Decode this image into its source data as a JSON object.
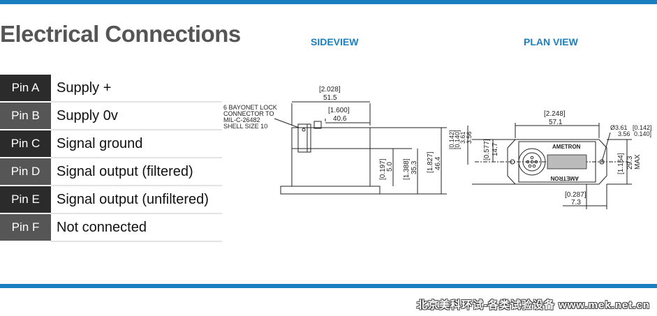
{
  "title": "Electrical Connections",
  "views": {
    "side": "SIDEVIEW",
    "plan": "PLAN VIEW"
  },
  "colors": {
    "accent_blue": "#1a7fc1",
    "pin_dark": "#2b2b2b",
    "pin_mid": "#565656"
  },
  "pins": [
    {
      "pin": "Pin A",
      "function": "Supply +"
    },
    {
      "pin": "Pin B",
      "function": "Supply 0v"
    },
    {
      "pin": "Pin C",
      "function": "Signal ground"
    },
    {
      "pin": "Pin D",
      "function": "Signal output  (filtered)"
    },
    {
      "pin": "Pin E",
      "function": "Signal output  (unfiltered)"
    },
    {
      "pin": "Pin F",
      "function": "Not connected"
    }
  ],
  "side_view": {
    "connector_note": [
      "6 BAYONET LOCK",
      "CONNECTOR TO",
      "MIL-C-26482",
      "SHELL SIZE 10"
    ],
    "dim_width_in": "[2.028]",
    "dim_width_mm": "51.5",
    "dim_conn_in": "[1.600]",
    "dim_conn_mm": "40.6",
    "dim_a_in": "[0.197]",
    "dim_a_mm": "5.0",
    "dim_b_in": "[1.388]",
    "dim_b_mm": "35.3",
    "dim_c_in": "[1.827]",
    "dim_c_mm": "46.4"
  },
  "plan_view": {
    "dim_width_in": "[2.248]",
    "dim_width_mm": "57.1",
    "dim_left_in": "[0.142]",
    "dim_left_in2": "[0.140]",
    "dim_left_mm": "3.61",
    "dim_left_mm2": "3.56",
    "dim_b_in": "[0.577]",
    "dim_b_mm": "14.7",
    "dim_hole_mm": "Ø3.61",
    "dim_hole_mm2": "3.56",
    "dim_hole_in": "[0.142]",
    "dim_hole_in2": "0.140]",
    "dim_h_in": "[1.154]",
    "dim_h_mm": "29.3",
    "dim_h_max": "MAX",
    "dim_bottom_in": "[0.287]",
    "dim_bottom_mm": "7.3",
    "logo_text": "AMETRON"
  },
  "watermark": "北京美科环试-各类试验设备  www.mek.net.cn"
}
